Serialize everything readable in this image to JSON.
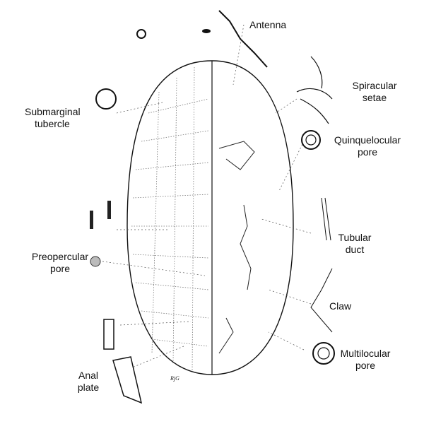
{
  "labels": {
    "antenna": "Antenna",
    "spiracular_setae": [
      "Spiracular",
      "setae"
    ],
    "submarginal_tubercle": [
      "Submarginal",
      "tubercle"
    ],
    "quinquelocular_pore": [
      "Quinquelocular",
      "pore"
    ],
    "tubular_duct": [
      "Tubular",
      "duct"
    ],
    "preopercular_pore": [
      "Preopercular",
      "pore"
    ],
    "claw": "Claw",
    "multilocular_pore": [
      "Multilocular",
      "pore"
    ],
    "anal_plate": [
      "Anal",
      "plate"
    ]
  },
  "artist_initials": "RjG"
}
